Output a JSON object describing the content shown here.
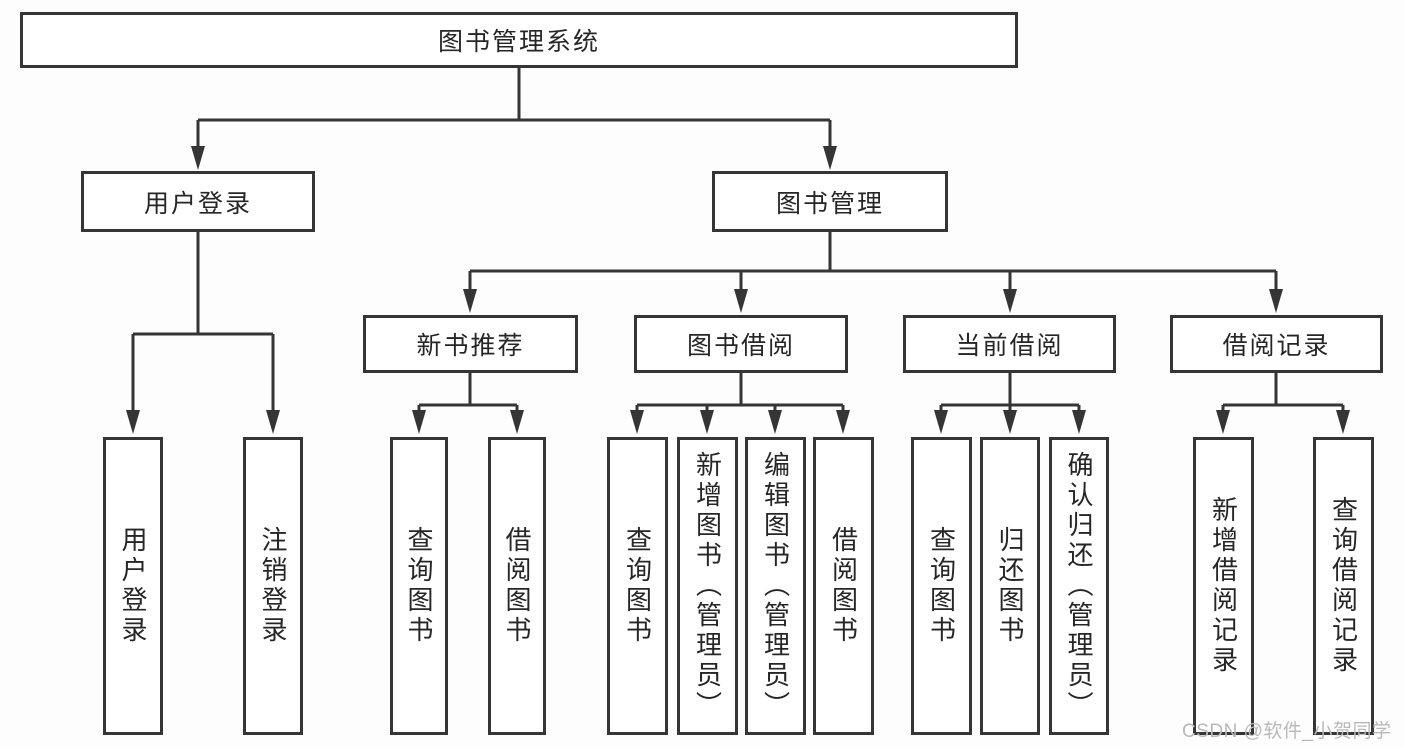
{
  "tree": {
    "root": "图书管理系统",
    "branches": [
      {
        "label": "用户登录",
        "children": [
          "用户登录",
          "注销登录"
        ]
      },
      {
        "label": "图书管理"
      }
    ],
    "modules": [
      {
        "label": "新书推荐",
        "children": [
          "查询图书",
          "借阅图书"
        ]
      },
      {
        "label": "图书借阅",
        "children": [
          "查询图书",
          "新增图书（管理员）",
          "编辑图书（管理员）",
          "借阅图书"
        ]
      },
      {
        "label": "当前借阅",
        "children": [
          "查询图书",
          "归还图书",
          "确认归还（管理员）"
        ]
      },
      {
        "label": "借阅记录",
        "children": [
          "新增借阅记录",
          "查询借阅记录"
        ]
      }
    ]
  },
  "watermark": "CSDN @软件_小贺同学",
  "colors": {
    "line": "#353535",
    "text": "#262626",
    "watermark": "#b9b9b9",
    "background": "#fdfdfd"
  }
}
